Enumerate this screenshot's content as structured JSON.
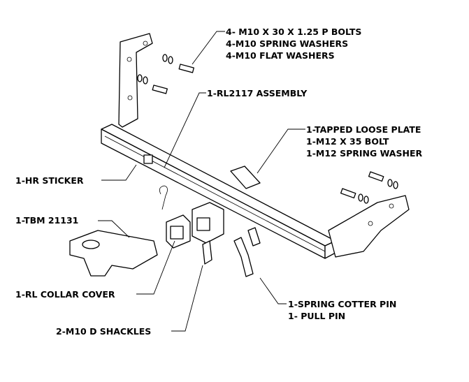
{
  "diagram": {
    "labels": {
      "bolts": [
        "4- M10 X 30 X 1.25 P BOLTS",
        "4-M10 SPRING WASHERS",
        "4-M10 FLAT WASHERS"
      ],
      "assembly": "1-RL2117 ASSEMBLY",
      "plate": [
        "1-TAPPED LOOSE PLATE",
        "1-M12 X 35 BOLT",
        "1-M12 SPRING WASHER"
      ],
      "sticker": "1-HR STICKER",
      "tbm": "1-TBM 21131",
      "collar": "1-RL COLLAR COVER",
      "shackles": "2-M10 D SHACKLES",
      "pins": [
        "1-SPRING COTTER PIN",
        "1- PULL PIN"
      ]
    }
  }
}
